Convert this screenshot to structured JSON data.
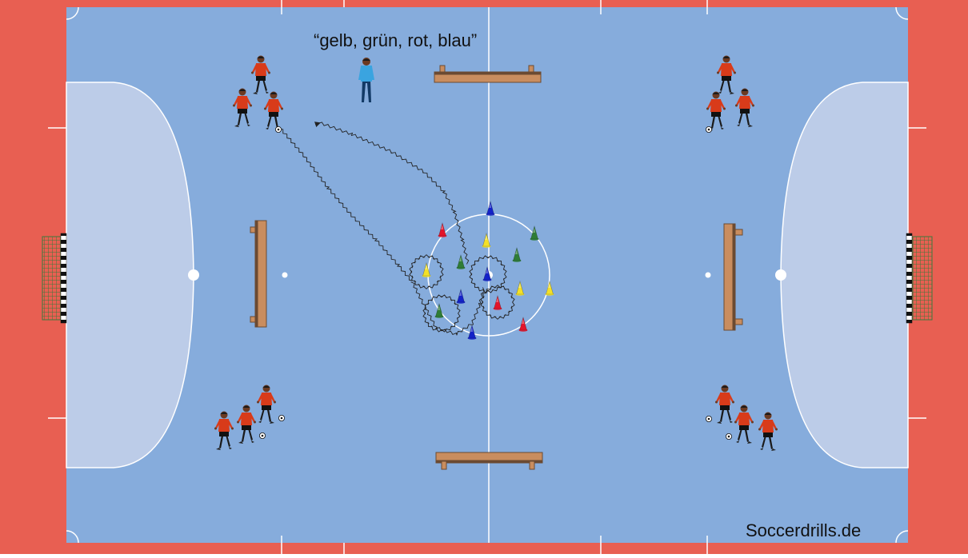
{
  "instruction_text": "“gelb, grün, rot, blau”",
  "watermark": "Soccerdrills.de",
  "colors": {
    "outer_border": "#e85f52",
    "court": "#86acdc",
    "penalty_area": "#bccce8",
    "lines": "#ffffff",
    "bench": "#c98d5f",
    "bench_dark": "#6b4a32",
    "player_shirt": "#d83b1a",
    "player_shorts": "#111111",
    "goalkeeper": "#3aa4e0",
    "goalkeeper_pants": "#123a66",
    "cone_yellow": "#f3e028",
    "cone_green": "#2f7d36",
    "cone_red": "#e3142a",
    "cone_blue": "#1422c8",
    "goal_net": "#3c7a3c"
  },
  "cones": [
    {
      "color": "blue"
    },
    {
      "color": "red"
    },
    {
      "color": "yellow"
    },
    {
      "color": "green"
    },
    {
      "color": "green"
    },
    {
      "color": "green"
    },
    {
      "color": "yellow"
    },
    {
      "color": "blue"
    },
    {
      "color": "yellow"
    },
    {
      "color": "blue"
    },
    {
      "color": "yellow"
    },
    {
      "color": "red"
    },
    {
      "color": "green"
    },
    {
      "color": "red"
    },
    {
      "color": "blue"
    }
  ],
  "player_groups": [
    {
      "name": "top-left",
      "players": 3,
      "balls": 1
    },
    {
      "name": "top-right",
      "players": 3,
      "balls": 1
    },
    {
      "name": "bottom-left",
      "players": 3,
      "balls": 2
    },
    {
      "name": "bottom-right",
      "players": 3,
      "balls": 2
    }
  ],
  "icons": [
    "player-icon",
    "goalkeeper-icon",
    "cone-icon",
    "ball-icon",
    "goal-icon",
    "bench-icon"
  ]
}
